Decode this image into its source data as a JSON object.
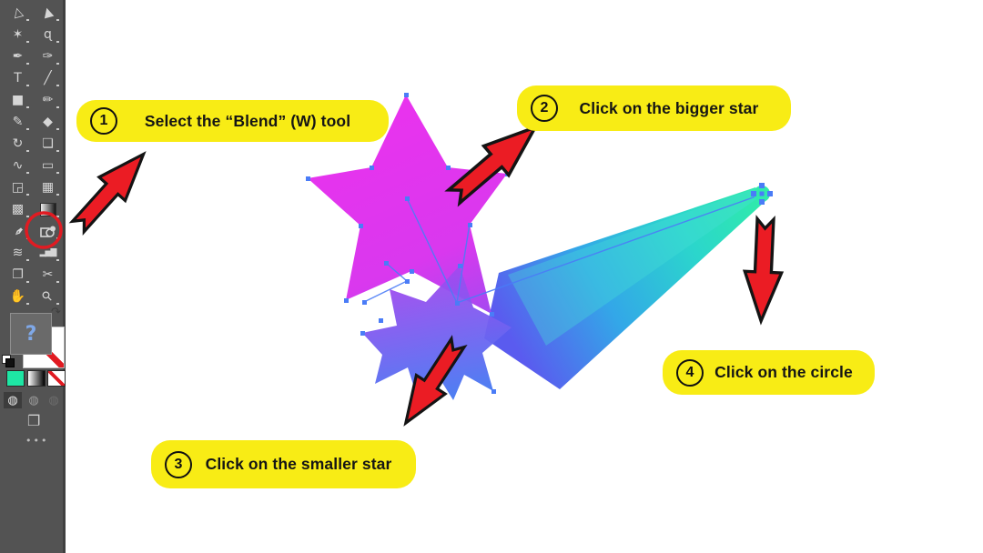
{
  "app": {
    "name": "illustrator-canvas-blend-tutorial"
  },
  "toolbar": {
    "bg_color": "#535353",
    "selected_tool": "blend-tool",
    "highlight_ring_color": "#E11B22",
    "tools": [
      {
        "name": "selection-tool",
        "glyph": "▷"
      },
      {
        "name": "direct-selection-tool",
        "glyph": "▶"
      },
      {
        "name": "magic-wand-tool",
        "glyph": "✶"
      },
      {
        "name": "lasso-tool",
        "glyph": "ɋ"
      },
      {
        "name": "pen-tool",
        "glyph": "✒"
      },
      {
        "name": "curvature-tool",
        "glyph": "✑"
      },
      {
        "name": "type-tool",
        "glyph": "T"
      },
      {
        "name": "line-segment-tool",
        "glyph": "╱"
      },
      {
        "name": "rectangle-tool",
        "glyph": "■"
      },
      {
        "name": "paintbrush-tool",
        "glyph": "✏"
      },
      {
        "name": "pencil-tool",
        "glyph": "✎"
      },
      {
        "name": "eraser-tool",
        "glyph": "◆"
      },
      {
        "name": "rotate-tool",
        "glyph": "↻"
      },
      {
        "name": "scale-tool",
        "glyph": "❏"
      },
      {
        "name": "width-tool",
        "glyph": "∿"
      },
      {
        "name": "free-transform-tool",
        "glyph": "▭"
      },
      {
        "name": "shape-builder-tool",
        "glyph": "◲"
      },
      {
        "name": "perspective-grid-tool",
        "glyph": "▦"
      },
      {
        "name": "mesh-tool",
        "glyph": "▩"
      },
      {
        "name": "gradient-tool",
        "glyph": ""
      },
      {
        "name": "eyedropper-tool",
        "glyph": "✒"
      },
      {
        "name": "blend-tool",
        "glyph": ""
      },
      {
        "name": "symbol-sprayer-tool",
        "glyph": "≋"
      },
      {
        "name": "column-graph-tool",
        "glyph": "▂▅▇"
      },
      {
        "name": "artboard-tool",
        "glyph": "❐"
      },
      {
        "name": "slice-tool",
        "glyph": "✂"
      },
      {
        "name": "hand-tool",
        "glyph": "✋"
      },
      {
        "name": "zoom-tool",
        "glyph": "⚲"
      }
    ],
    "fill_proxy": {
      "question_mark": "?"
    },
    "drawing_modes": {
      "normal": "◍",
      "behind": "◍",
      "inside": "◍"
    },
    "screen_mode_glyph": "❐",
    "more_tools_dots": "•••",
    "swatch_fill_color": "#1EE6A4"
  },
  "annotations": {
    "label_bg": "#F8EC15",
    "arrow_color": "#EB1C24",
    "steps": [
      {
        "number": "1",
        "label": "Select the “Blend” (W) tool"
      },
      {
        "number": "2",
        "label": "Click on the bigger star"
      },
      {
        "number": "3",
        "label": "Click on the smaller star"
      },
      {
        "number": "4",
        "label": "Click on the circle"
      }
    ]
  },
  "artwork": {
    "colors": {
      "star_top": "#E833EE",
      "star_mid": "#D938EE",
      "star_low": "#A14BF0",
      "star_bottom": "#6E5DF2",
      "small_star_top": "#A647EF",
      "small_star_bottom": "#3F7BF2",
      "wedge_start": "#5A5BEF",
      "wedge_mid": "#33A7E8",
      "wedge_mid2": "#2BD6CC",
      "wedge_end": "#30EBA9",
      "circle_fill": "#2FEAAD",
      "selection_blue": "#4A7CF7"
    }
  }
}
